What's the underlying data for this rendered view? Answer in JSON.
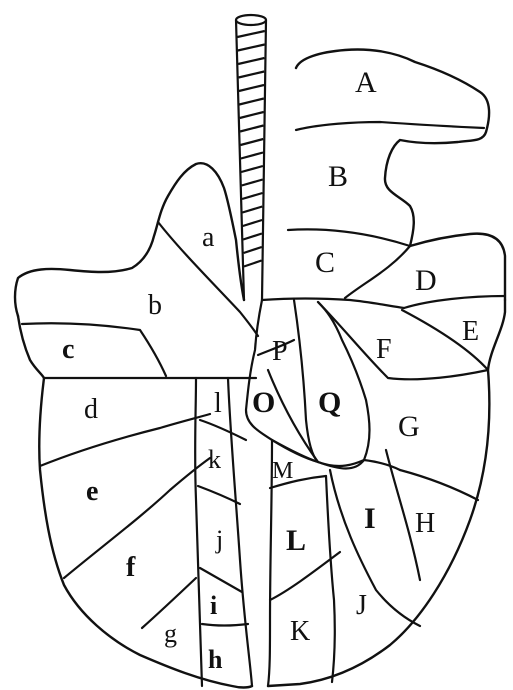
{
  "regions": [
    {
      "id": "A",
      "text": "A"
    },
    {
      "id": "B",
      "text": "B"
    },
    {
      "id": "C",
      "text": "C"
    },
    {
      "id": "D",
      "text": "D"
    },
    {
      "id": "E",
      "text": "E"
    },
    {
      "id": "F",
      "text": "F"
    },
    {
      "id": "G",
      "text": "G"
    },
    {
      "id": "H",
      "text": "H"
    },
    {
      "id": "I",
      "text": "I"
    },
    {
      "id": "J",
      "text": "J"
    },
    {
      "id": "K",
      "text": "K"
    },
    {
      "id": "L",
      "text": "L"
    },
    {
      "id": "M",
      "text": "M"
    },
    {
      "id": "O",
      "text": "O"
    },
    {
      "id": "P",
      "text": "P"
    },
    {
      "id": "Q",
      "text": "Q"
    },
    {
      "id": "a",
      "text": "a"
    },
    {
      "id": "b",
      "text": "b"
    },
    {
      "id": "c",
      "text": "c"
    },
    {
      "id": "d",
      "text": "d"
    },
    {
      "id": "e",
      "text": "e"
    },
    {
      "id": "f",
      "text": "f"
    },
    {
      "id": "g",
      "text": "g"
    },
    {
      "id": "h",
      "text": "h"
    },
    {
      "id": "i",
      "text": "i"
    },
    {
      "id": "j",
      "text": "j"
    },
    {
      "id": "k",
      "text": "k"
    },
    {
      "id": "l",
      "text": "l"
    }
  ]
}
